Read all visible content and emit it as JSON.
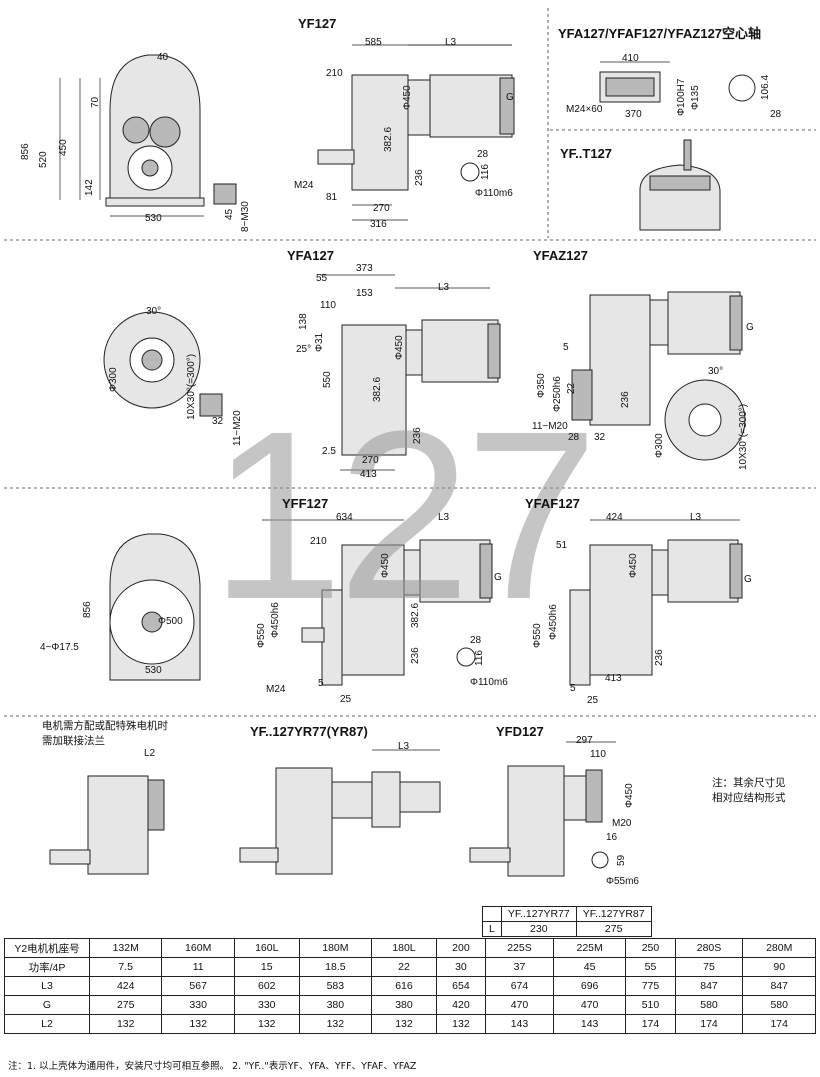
{
  "titles": {
    "yf127": "YF127",
    "hollow": "YFA127/YFAF127/YFAZ127空心轴",
    "yft127": "YF..T127",
    "yfa127": "YFA127",
    "yfaz127": "YFAZ127",
    "yff127": "YFF127",
    "yfaf127": "YFAF127",
    "yfyr": "YF..127YR77(YR87)",
    "yfd127": "YFD127"
  },
  "watermark": "127",
  "dims": {
    "front1": [
      "40",
      "856",
      "520",
      "450",
      "70",
      "142",
      "530",
      "45",
      "8−M30"
    ],
    "yf": [
      "585",
      "L3",
      "210",
      "Φ450",
      "G",
      "382.6",
      "M24",
      "81",
      "270",
      "316",
      "236",
      "28",
      "116",
      "Φ110m6"
    ],
    "hollow": [
      "410",
      "M24×60",
      "370",
      "Φ100H7",
      "Φ135",
      "106.4",
      "28"
    ],
    "yfa": [
      "373",
      "55",
      "153",
      "110",
      "L3",
      "138",
      "25°",
      "Φ31",
      "Φ450",
      "550",
      "382.6",
      "2.5",
      "270",
      "413",
      "236",
      "30°",
      "Φ300",
      "10X30°(=300°)",
      "32",
      "11−M20"
    ],
    "yfaz": [
      "G",
      "5",
      "Φ350",
      "Φ250h6",
      "22",
      "11−M20",
      "236",
      "28",
      "32",
      "30°",
      "Φ300",
      "10X30°(=300°)"
    ],
    "yff": [
      "634",
      "L3",
      "210",
      "Φ450",
      "G",
      "Φ550",
      "Φ450h6",
      "382.6",
      "236",
      "M24",
      "5",
      "25",
      "28",
      "116",
      "Φ110m6",
      "856",
      "Φ500",
      "4−Φ17.5",
      "530"
    ],
    "yfaf": [
      "424",
      "L3",
      "51",
      "Φ450",
      "G",
      "Φ550",
      "Φ450h6",
      "236",
      "413",
      "5",
      "25"
    ],
    "yfyr": [
      "L2",
      "L3"
    ],
    "yfd": [
      "297",
      "110",
      "Φ450",
      "M20",
      "16",
      "59",
      "Φ55m6"
    ]
  },
  "notes": {
    "flange_note": [
      "电机需方配或配特殊电机时",
      "需加联接法兰"
    ],
    "other_dims": [
      "注：其余尺寸见",
      "相对应结构形式"
    ]
  },
  "subtable": {
    "header": [
      "",
      "YF..127YR77",
      "YF..127YR87"
    ],
    "row": [
      "L",
      "230",
      "275"
    ]
  },
  "spec_table": {
    "rows": [
      [
        "Y2电机机座号",
        "132M",
        "160M",
        "160L",
        "180M",
        "180L",
        "200",
        "225S",
        "225M",
        "250",
        "280S",
        "280M"
      ],
      [
        "功率/4P",
        "7.5",
        "11",
        "15",
        "18.5",
        "22",
        "30",
        "37",
        "45",
        "55",
        "75",
        "90"
      ],
      [
        "L3",
        "424",
        "567",
        "602",
        "583",
        "616",
        "654",
        "674",
        "696",
        "775",
        "847",
        "847"
      ],
      [
        "G",
        "275",
        "330",
        "330",
        "380",
        "380",
        "420",
        "470",
        "470",
        "510",
        "580",
        "580"
      ],
      [
        "L2",
        "132",
        "132",
        "132",
        "132",
        "132",
        "132",
        "143",
        "143",
        "174",
        "174",
        "174"
      ]
    ]
  },
  "footnote": "注：1. 以上壳体为通用件，安装尺寸均可相互参照。   2. \"YF..\"表示YF、YFA、YFF、YFAF、YFAZ"
}
